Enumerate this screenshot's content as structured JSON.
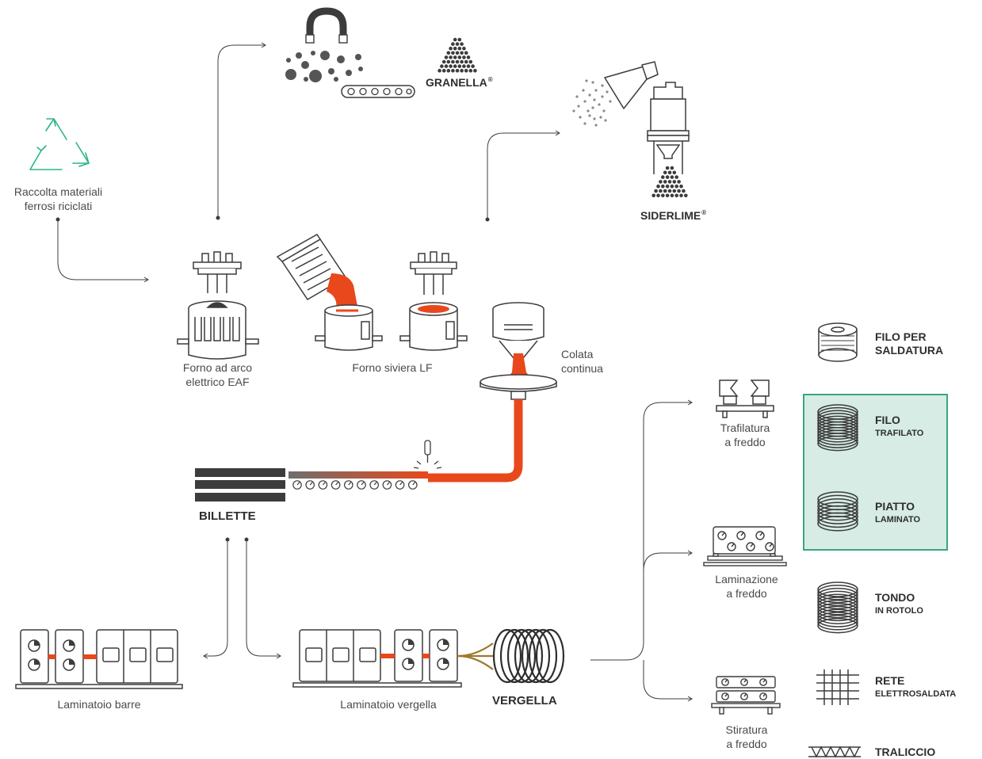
{
  "accent_color": "#e8481c",
  "recycle_color": "#2ab58a",
  "highlight_color": "#d6ece5",
  "line_color": "#3c3c3c",
  "stages": {
    "raccolta": "Raccolta materiali\nferrosi riciclati",
    "eaf": "Forno ad arco\nelettrico EAF",
    "lf": "Forno siviera LF",
    "colata": "Colata\ncontinua",
    "trafilatura": "Trafilatura\na freddo",
    "laminazione": "Laminazione\na freddo",
    "stiratura": "Stiratura\na freddo",
    "lam_barre": "Laminatoio barre",
    "lam_vergella": "Laminatoio vergella"
  },
  "brands": {
    "granella": "GRANELLA",
    "siderlime": "SIDERLIME",
    "registered": "®"
  },
  "materials": {
    "billette": "BILLETTE",
    "vergella": "VERGELLA"
  },
  "products": [
    {
      "line1": "FILO PER",
      "line2": "SALDATURA",
      "icon": "coil-spool-icon"
    },
    {
      "line1": "FILO",
      "line2": "TRAFILATO",
      "icon": "wire-coil-icon"
    },
    {
      "line1": "PIATTO",
      "line2": "LAMINATO",
      "icon": "flat-coil-icon"
    },
    {
      "line1": "TONDO",
      "line2": "IN ROTOLO",
      "icon": "round-coil-icon"
    },
    {
      "line1": "RETE",
      "line2": "ELETTROSALDATA",
      "icon": "mesh-icon"
    },
    {
      "line1": "TRALICCIO",
      "line2": "",
      "icon": "lattice-icon"
    }
  ]
}
